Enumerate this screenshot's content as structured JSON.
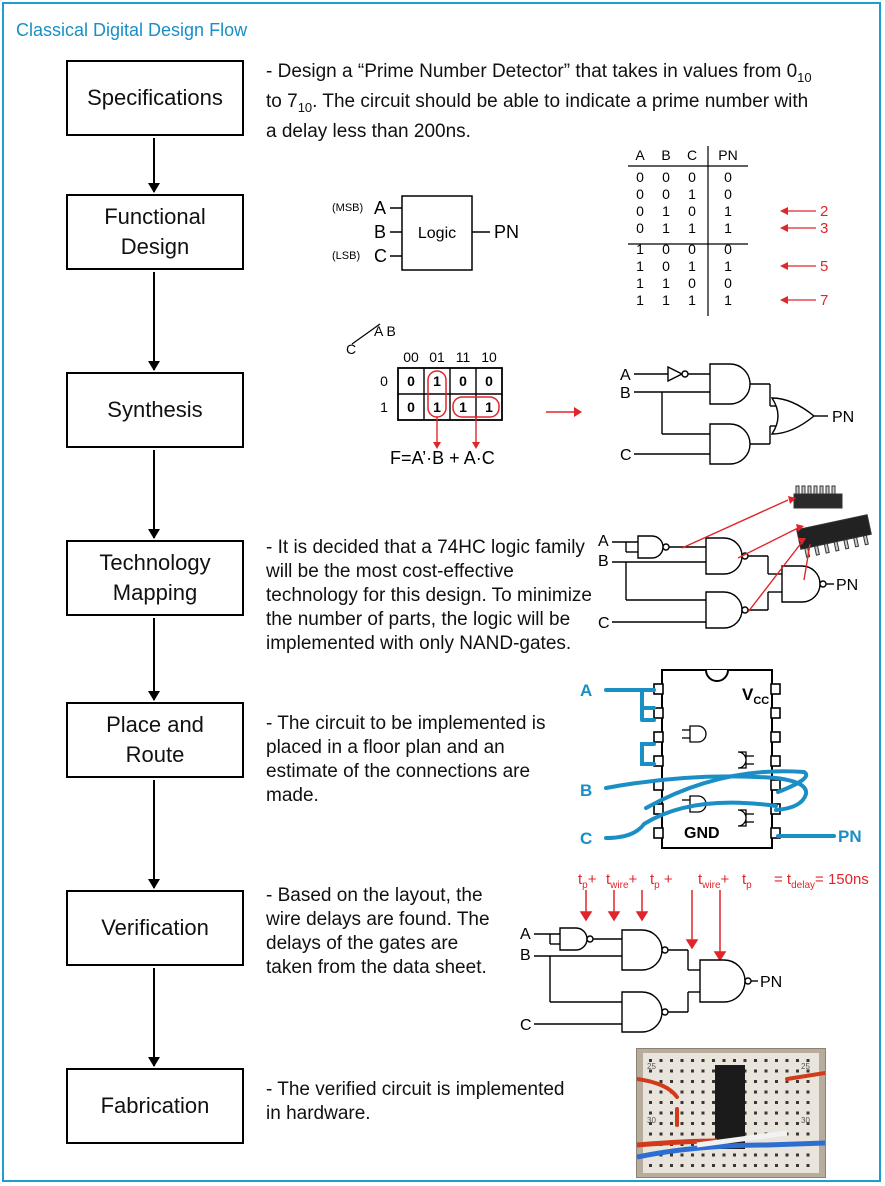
{
  "title": "Classical Digital Design Flow",
  "steps": [
    {
      "label": "Specifications"
    },
    {
      "label": "Functional Design"
    },
    {
      "label": "Synthesis"
    },
    {
      "label": "Technology Mapping"
    },
    {
      "label": "Place and Route"
    },
    {
      "label": "Verification"
    },
    {
      "label": "Fabrication"
    }
  ],
  "spec": {
    "line1_pre": "- Design a “Prime Number Detector” that takes in values from 0",
    "line1_sub": "10",
    "line2_pre": "to 7",
    "line2_sub": "10",
    "line2_post": ".  The circuit should be able to indicate a prime number with",
    "line3": "a delay less than 200ns."
  },
  "functional": {
    "block_label": "Logic",
    "inputs": [
      {
        "pre": "(MSB)",
        "name": "A"
      },
      {
        "pre": "",
        "name": "B"
      },
      {
        "pre": "(LSB)",
        "name": "C"
      }
    ],
    "output": "PN",
    "truth_table": {
      "headers": [
        "A",
        "B",
        "C",
        "PN"
      ],
      "rows": [
        [
          "0",
          "0",
          "0",
          "0"
        ],
        [
          "0",
          "0",
          "1",
          "0"
        ],
        [
          "0",
          "1",
          "0",
          "1"
        ],
        [
          "0",
          "1",
          "1",
          "1"
        ],
        [
          "1",
          "0",
          "0",
          "0"
        ],
        [
          "1",
          "0",
          "1",
          "1"
        ],
        [
          "1",
          "1",
          "0",
          "0"
        ],
        [
          "1",
          "1",
          "1",
          "1"
        ]
      ],
      "prime_markers": [
        "2",
        "3",
        "5",
        "7"
      ]
    }
  },
  "synthesis": {
    "kmap_col_var": "A B",
    "kmap_row_var": "C",
    "col_headers": [
      "00",
      "01",
      "11",
      "10"
    ],
    "row_headers": [
      "0",
      "1"
    ],
    "cells": [
      [
        "0",
        "1",
        "0",
        "0"
      ],
      [
        "0",
        "1",
        "1",
        "1"
      ]
    ],
    "equation": "F=A’·B + A·C",
    "gate_inputs": [
      "A",
      "B",
      "C"
    ],
    "gate_output": "PN"
  },
  "techmap": {
    "text": "- It is decided that a 74HC logic family will be the most cost-effective technology for this design. To minimize the number of parts, the logic will be implemented with only NAND-gates.",
    "gate_inputs": [
      "A",
      "B",
      "C"
    ],
    "gate_output": "PN"
  },
  "place_route": {
    "text": "- The circuit to be implemented is placed in a floor plan and an estimate of the connections are made.",
    "vcc_label": "V",
    "vcc_sub": "CC",
    "gnd_label": "GND",
    "inputs": [
      "A",
      "B",
      "C"
    ],
    "output": "PN"
  },
  "verification": {
    "text": "- Based on the layout, the wire delays are found.  The delays of the gates are taken from the data sheet.",
    "delay_terms": [
      {
        "base": "t",
        "sub": "p",
        "suffix": "+"
      },
      {
        "base": "t",
        "sub": "wire",
        "suffix": "+"
      },
      {
        "base": "t",
        "sub": "p",
        "suffix": "  +"
      },
      {
        "base": "t",
        "sub": "wire",
        "suffix": "+"
      },
      {
        "base": "t",
        "sub": "p",
        "suffix": ""
      }
    ],
    "total_base": "= t",
    "total_sub": "delay",
    "total_value": "= 150ns",
    "gate_inputs": [
      "A",
      "B",
      "C"
    ],
    "gate_output": "PN"
  },
  "fabrication": {
    "text": "- The verified circuit is implemented in hardware.",
    "photo_labels": [
      "25",
      "25",
      "30",
      "30"
    ]
  },
  "colors": {
    "accent": "#1a8fc6",
    "red": "#e0262b",
    "blue": "#1a8fc6",
    "frame": "#1c9fd0"
  }
}
